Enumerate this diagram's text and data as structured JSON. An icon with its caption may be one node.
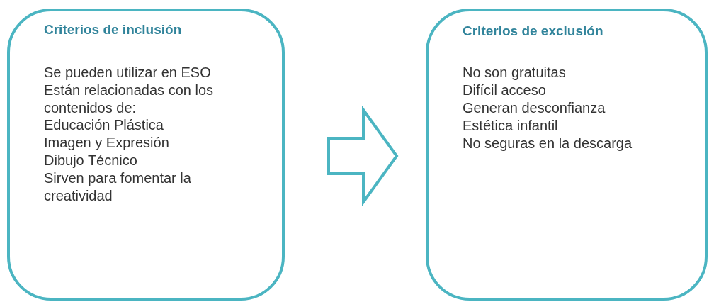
{
  "diagram": {
    "nodes": [
      {
        "text": [
          "Criterios de inclusión",
          "Se pueden utilizar en ESO",
          "Están relacionadas con los contenidos de:",
          "Educación Plástica",
          "Imagen y Expresión",
          "Dibujo Técnico",
          "Sirven para fomentar la creatividad"
        ]
      },
      {
        "text": [
          "Criterios de exclusión",
          "No son gratuitas",
          "Difícil acceso",
          "Generan desconfianza",
          "Estética infantil",
          "No seguras en la descarga"
        ]
      }
    ],
    "edges": [
      {
        "from": 0,
        "to": 1,
        "arrow": "to",
        "style": "thick"
      }
    ]
  }
}
